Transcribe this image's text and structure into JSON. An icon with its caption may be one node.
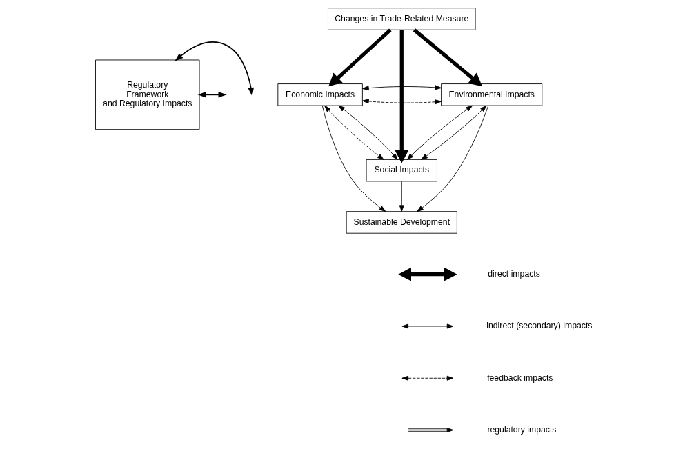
{
  "diagram": {
    "nodes": [
      {
        "text": [
          "Regulatory Framework and Regulatory Impacts"
        ]
      },
      {
        "text": [
          "Changes in Trade-Related Measure"
        ]
      },
      {
        "text": [
          "Economic Impacts"
        ]
      },
      {
        "text": [
          "Environmental Impacts"
        ]
      },
      {
        "text": [
          "Social Impacts"
        ]
      },
      {
        "text": [
          "Sustainable Development"
        ]
      }
    ],
    "edges": [
      {
        "from": 1,
        "to": 2,
        "arrow": "to",
        "style": "thick"
      },
      {
        "from": 1,
        "to": 4,
        "arrow": "to",
        "style": "thick"
      },
      {
        "from": 1,
        "to": 3,
        "arrow": "to",
        "style": "thick"
      },
      {
        "from": 2,
        "to": 3,
        "arrow": "both",
        "style": "dashed"
      },
      {
        "from": 2,
        "to": 3,
        "arrow": "both"
      },
      {
        "from": 2,
        "to": 4,
        "arrow": "both",
        "style": "dashed"
      },
      {
        "from": 2,
        "to": 4,
        "arrow": "both"
      },
      {
        "from": 3,
        "to": 4,
        "arrow": "both"
      },
      {
        "from": 3,
        "to": 4,
        "arrow": "both"
      },
      {
        "from": 2,
        "to": 5,
        "arrow": "to"
      },
      {
        "from": 4,
        "to": 5,
        "arrow": "to"
      },
      {
        "from": 3,
        "to": 5,
        "arrow": "to"
      },
      {
        "from": 0,
        "to": null,
        "arrow": "both"
      },
      {
        "from": 0,
        "to": null,
        "arrow": "both"
      }
    ],
    "legend": [
      {
        "text": "direct impacts"
      },
      {
        "text": "indirect (secondary) impacts"
      },
      {
        "text": "feedback impacts"
      },
      {
        "text": "regulatory impacts"
      }
    ]
  }
}
